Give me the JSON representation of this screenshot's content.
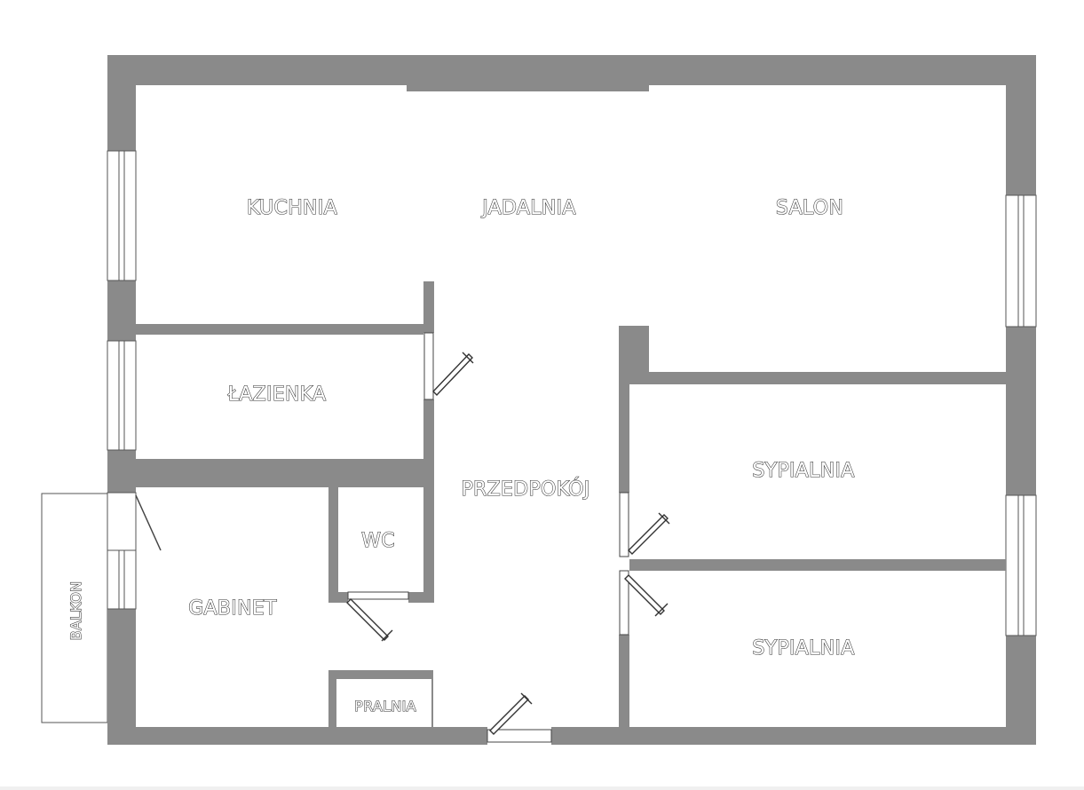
{
  "rooms": {
    "kuchnia": "KUCHNIA",
    "jadalnia": "JADALNIA",
    "salon": "SALON",
    "lazienka": "ŁAZIENKA",
    "przedpokoj": "PRZEDPOKÓJ",
    "wc": "WC",
    "gabinet": "GABINET",
    "sypialnia_1": "SYPIALNIA",
    "sypialnia_2": "SYPIALNIA",
    "pralnia": "PRALNIA",
    "balkon": "BALKON"
  },
  "colors": {
    "wall": "#8a8a8a",
    "background": "#ffffff",
    "outline": "#333333"
  }
}
